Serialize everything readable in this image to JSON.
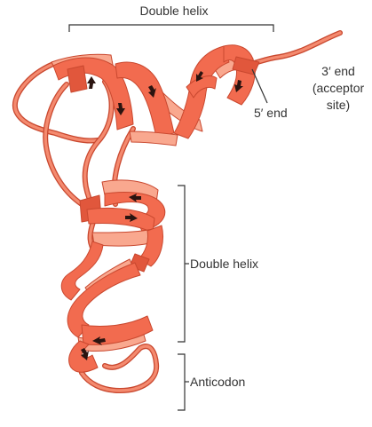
{
  "labels": {
    "top_helix": "Double helix",
    "three_prime_line1": "3′ end",
    "three_prime_line2": "(acceptor",
    "three_prime_line3": "site)",
    "five_prime": "5′ end",
    "middle_helix": "Double helix",
    "anticodon": "Anticodon"
  },
  "colors": {
    "ribbon_front": "#f26b4f",
    "ribbon_back": "#f9a88f",
    "ribbon_outline": "#c9482f",
    "label_text": "#333333"
  }
}
